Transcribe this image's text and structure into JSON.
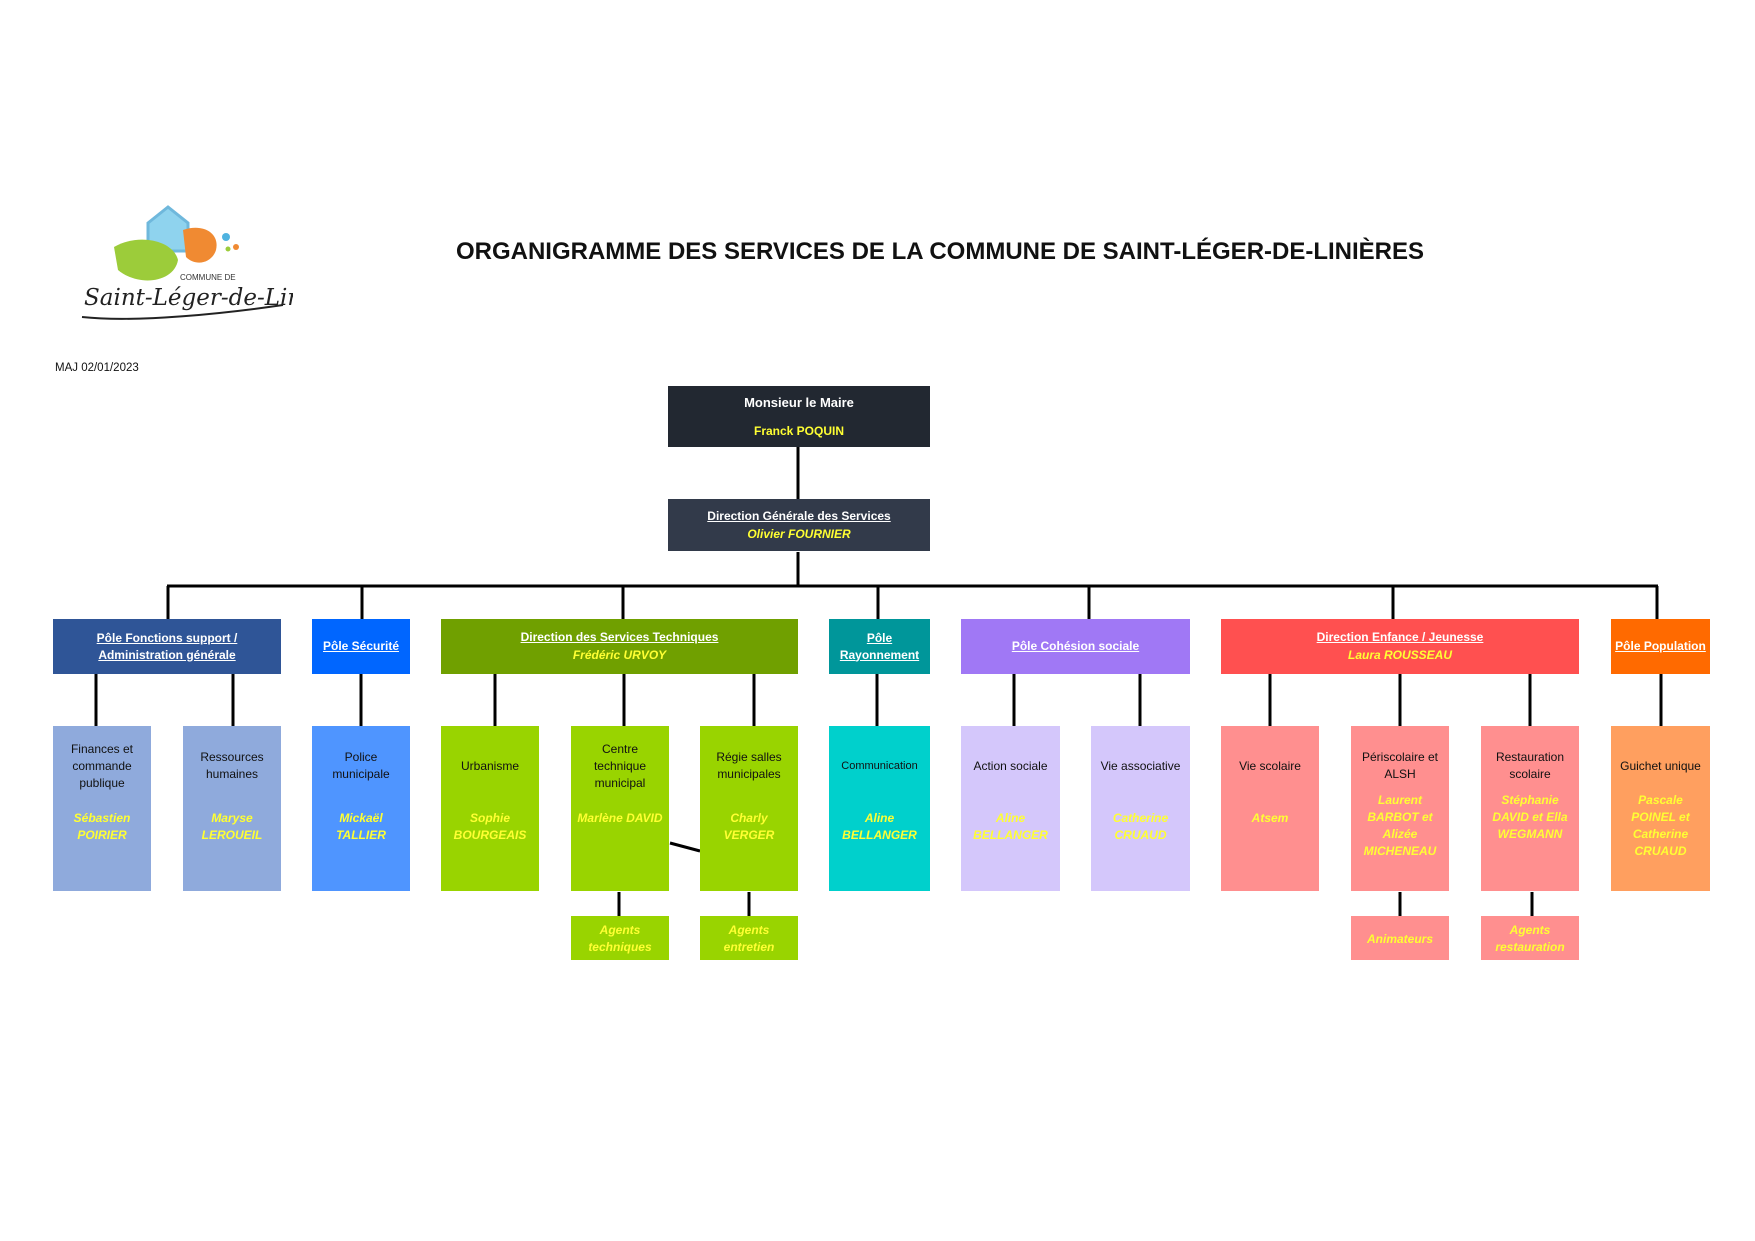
{
  "title": "ORGANIGRAMME DES SERVICES DE LA COMMUNE DE SAINT-LÉGER-DE-LINIÈRES",
  "update": "MAJ 02/01/2023",
  "logo": {
    "small_text": "COMMUNE DE",
    "script_text": "Saint-Léger-de-Linières"
  },
  "colors": {
    "mayor": "#222831",
    "dgs": "#323a4a",
    "pole_admin": "#2f5597",
    "leaf_admin": "#8faadc",
    "pole_securite": "#0066ff",
    "leaf_securite": "#4f95ff",
    "dst": "#70a000",
    "leaf_dst": "#99d400",
    "rayonnement": "#00969a",
    "leaf_rayonnement": "#00d0cc",
    "cohesion": "#a078f5",
    "leaf_cohesion": "#d4c7fb",
    "enfance": "#ff5050",
    "leaf_enfance": "#ff8f8f",
    "population": "#ff6a00",
    "leaf_population": "#ff9f5f",
    "text_highlight": "#ffff33"
  },
  "mayor": {
    "name": "Monsieur le Maire",
    "person": "Franck POQUIN"
  },
  "dgs": {
    "name": "Direction Générale des Services",
    "person": "Olivier FOURNIER"
  },
  "poles": {
    "admin": {
      "name": "Pôle Fonctions support / Administration générale"
    },
    "securite": {
      "name": "Pôle Sécurité"
    },
    "dst": {
      "name": "Direction des Services Techniques",
      "person": "Frédéric URVOY"
    },
    "rayonnement": {
      "name": "Pôle Rayonnement"
    },
    "cohesion": {
      "name": "Pôle Cohésion sociale"
    },
    "enfance": {
      "name": "Direction Enfance / Jeunesse",
      "person": "Laura ROUSSEAU"
    },
    "population": {
      "name": "Pôle Population"
    }
  },
  "services": {
    "finances": {
      "name": "Finances et commande publique",
      "person": "Sébastien POIRIER"
    },
    "rh": {
      "name": "Ressources humaines",
      "person": "Maryse LEROUEIL"
    },
    "police": {
      "name": "Police municipale",
      "person": "Mickaël TALLIER"
    },
    "urbanisme": {
      "name": "Urbanisme",
      "person": "Sophie BOURGEAIS"
    },
    "ctm": {
      "name": "Centre technique municipal",
      "person": "Marlène DAVID"
    },
    "regie": {
      "name": "Régie salles municipales",
      "person": "Charly VERGER"
    },
    "communication": {
      "name": "Communication",
      "person": "Aline BELLANGER"
    },
    "action_sociale": {
      "name": "Action sociale",
      "person": "Aline BELLANGER"
    },
    "vie_asso": {
      "name": "Vie associative",
      "person": "Catherine CRUAUD"
    },
    "vie_scolaire": {
      "name": "Vie scolaire",
      "person": "Atsem"
    },
    "periscolaire": {
      "name": "Périscolaire et ALSH",
      "person": "Laurent BARBOT et Alizée MICHENEAU"
    },
    "restauration": {
      "name": "Restauration scolaire",
      "person": "Stéphanie DAVID et Ella WEGMANN"
    },
    "guichet": {
      "name": "Guichet unique",
      "person": "Pascale POINEL et Catherine CRUAUD"
    }
  },
  "agents": {
    "techniques": "Agents techniques",
    "entretien": "Agents entretien",
    "animateurs": "Animateurs",
    "restauration": "Agents restauration"
  }
}
